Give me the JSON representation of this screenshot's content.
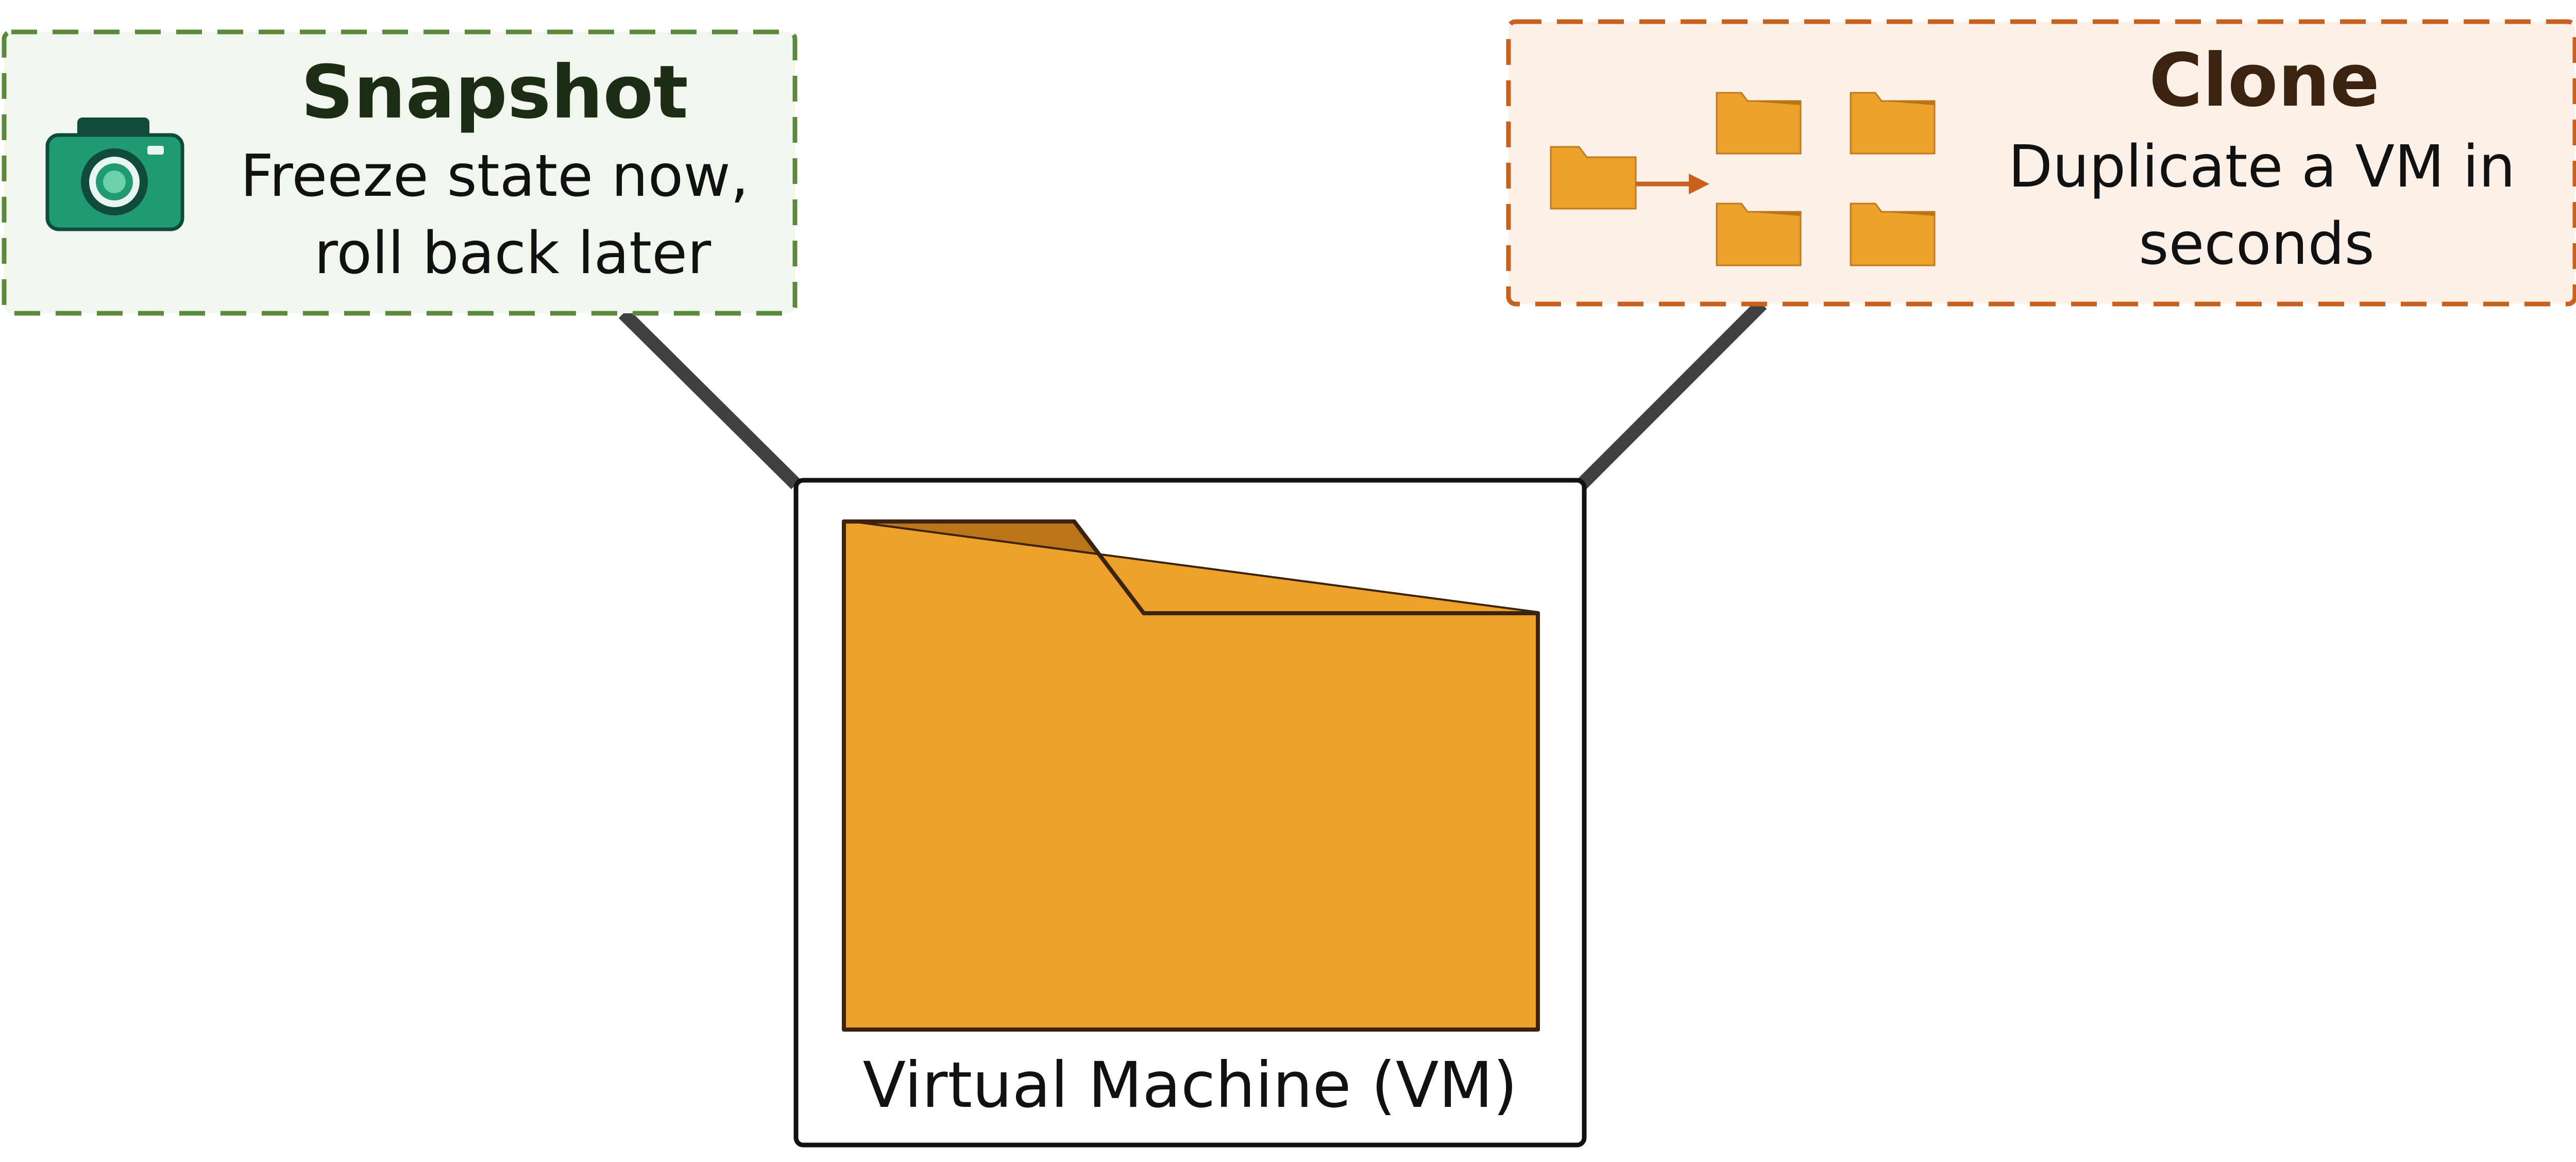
{
  "snapshot": {
    "title": "Snapshot",
    "line1": "Freeze state now,",
    "line2": "roll back later",
    "icon": "camera-icon",
    "border_color": "#5a8a3a",
    "fill_color": "#f1f6ef",
    "title_color": "#1d2c15"
  },
  "clone": {
    "title": "Clone",
    "line1": "Duplicate a VM in",
    "line2": "seconds",
    "icon": "folder-copies-icon",
    "border_color": "#c8601e",
    "fill_color": "#fcf1e8",
    "title_color": "#3a2410"
  },
  "vm": {
    "label": "Virtual Machine (VM)",
    "icon": "folder-icon",
    "folder_color": "#eda02a",
    "folder_shade": "#b97517"
  },
  "connector_color": "#404040"
}
